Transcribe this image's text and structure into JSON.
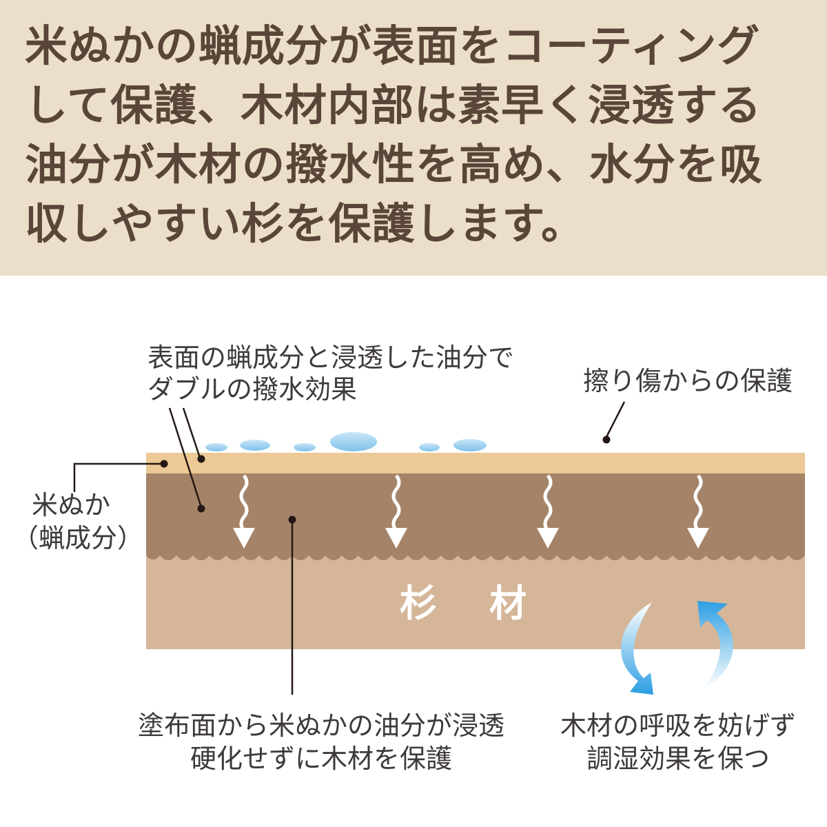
{
  "header": {
    "lines": [
      "米ぬかの蝋成分が表面をコーティング",
      "して保護、木材内部は素早く浸透する",
      "油分が木材の撥水性を高め、水分を吸",
      "収しやすい杉を保護します。"
    ]
  },
  "labels": {
    "double_repel": [
      "表面の蝋成分と浸透した油分で",
      "ダブルの撥水効果"
    ],
    "scratch": "擦り傷からの保護",
    "rice_bran": [
      "米ぬか",
      "（蝋成分）"
    ],
    "wood": [
      "杉",
      "材"
    ],
    "penetrate": [
      "塗布面から米ぬかの油分が浸透",
      "硬化せずに木材を保護"
    ],
    "breath": [
      "木材の呼吸を妨げず",
      "調湿効果を保つ"
    ]
  },
  "colors": {
    "header_bg": "#ecdfca",
    "header_text": "#5a4638",
    "coating": "#ecc996",
    "oil_layer": "#a48368",
    "wood": "#d5b699",
    "water_drop": "#7fc1ea",
    "arrow_blue": "#2c9ee2"
  }
}
